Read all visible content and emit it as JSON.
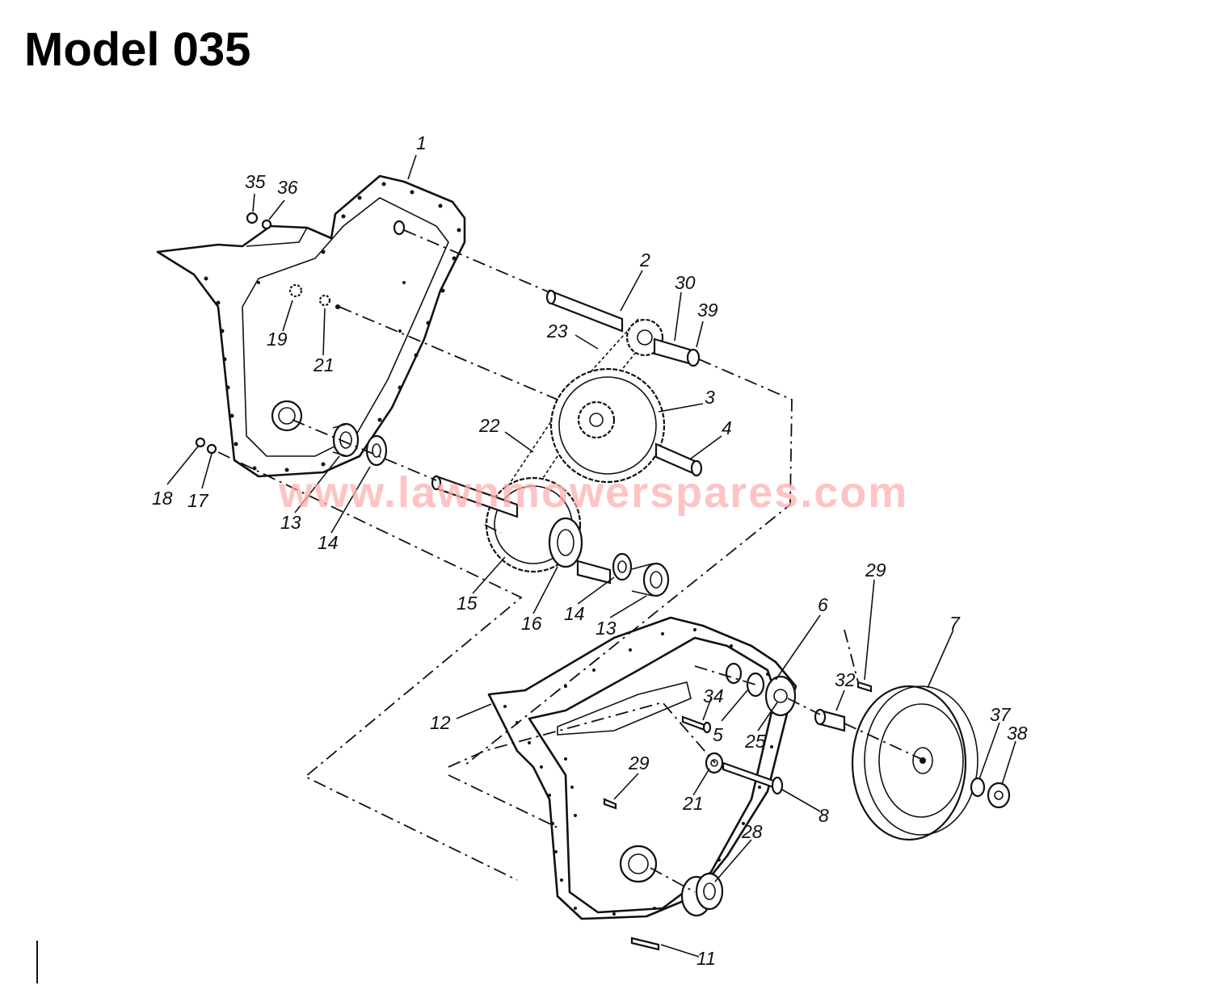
{
  "title": "Model 035",
  "watermark": "www.lawnmowerspares.com",
  "part_labels": {
    "p1": "1",
    "p2": "2",
    "p3": "3",
    "p4": "4",
    "p5": "5",
    "p6": "6",
    "p7": "7",
    "p8": "8",
    "p11": "11",
    "p12": "12",
    "p13a": "13",
    "p13b": "13",
    "p14a": "14",
    "p14b": "14",
    "p15": "15",
    "p16": "16",
    "p17": "17",
    "p18": "18",
    "p19": "19",
    "p21a": "21",
    "p21b": "21",
    "p22": "22",
    "p23": "23",
    "p25": "25",
    "p28": "28",
    "p29a": "29",
    "p29b": "29",
    "p30": "30",
    "p32": "32",
    "p34": "34",
    "p35": "35",
    "p36": "36",
    "p37": "37",
    "p38": "38",
    "p39": "39"
  },
  "colors": {
    "ink": "#111111",
    "watermark": "#ffb0b0",
    "background": "#ffffff"
  }
}
